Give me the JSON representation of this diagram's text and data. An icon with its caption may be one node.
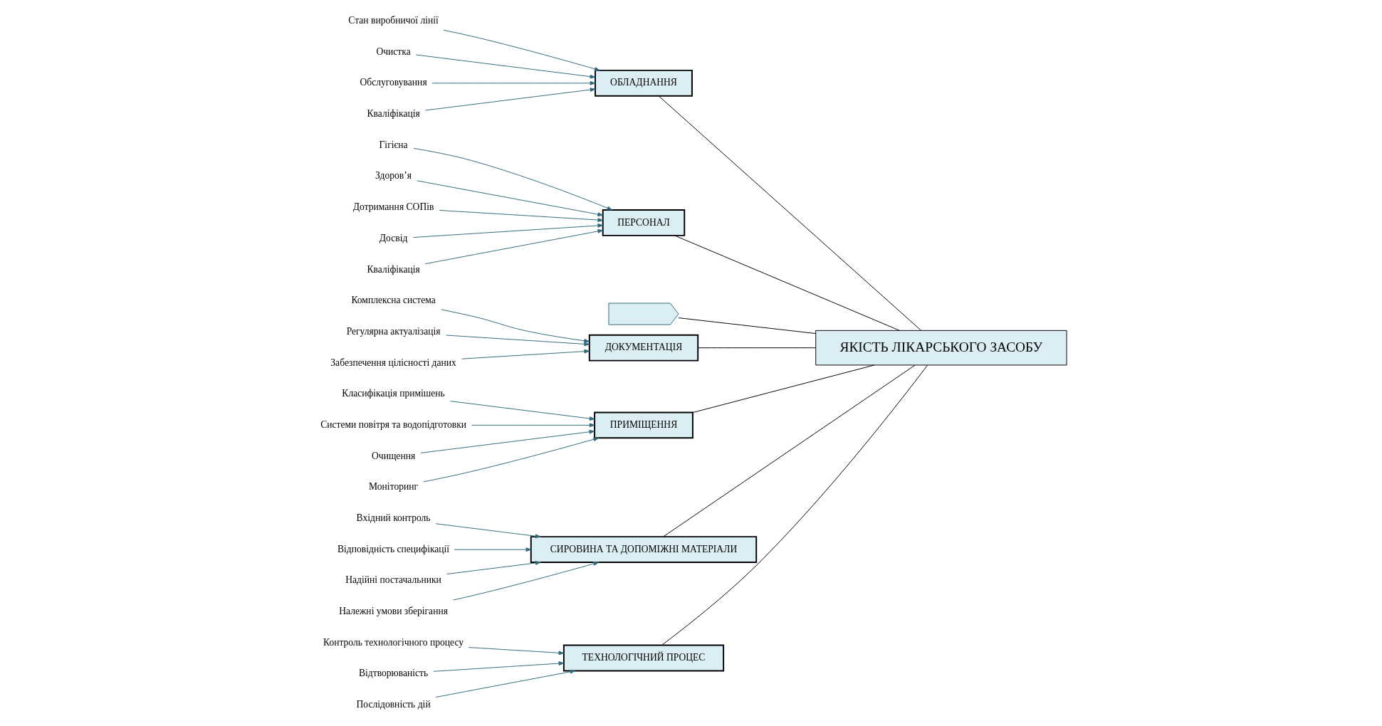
{
  "diagram": {
    "nodes": [
      {
        "text": [
          "ТЕХНОЛОГІЧНИЙ ПРОЦЕС"
        ]
      },
      {
        "text": [
          "Контроль технологічного процесу"
        ]
      },
      {
        "text": [
          "Відтворюваність"
        ]
      },
      {
        "text": [
          "Послідовність дій"
        ]
      },
      {
        "text": [
          "ОБЛАДНАННЯ"
        ]
      },
      {
        "text": [
          "Стан виробничої лінії"
        ]
      },
      {
        "text": [
          "Очистка"
        ]
      },
      {
        "text": [
          "Обслуговування"
        ]
      },
      {
        "text": [
          "Кваліфікація"
        ]
      },
      {
        "text": [
          "ПЕРСОНАЛ"
        ]
      },
      {
        "text": [
          "Гігієна"
        ]
      },
      {
        "text": [
          "Здоров’я"
        ]
      },
      {
        "text": [
          "Дотримання СОПів"
        ]
      },
      {
        "text": [
          "Досвід"
        ]
      },
      {
        "text": [
          "Кваліфікація"
        ]
      },
      {
        "text": [],
        "shape": "chevron"
      },
      {
        "text": [
          "ЯКІСТЬ ЛІКАРСЬКОГО ЗАСОБУ"
        ]
      },
      {
        "text": [
          "ДОКУМЕНТАЦІЯ"
        ]
      },
      {
        "text": [
          "Комплексна система"
        ]
      },
      {
        "text": [
          "Регулярна актуалізація"
        ]
      },
      {
        "text": [
          "Забезпечення цілісності даних"
        ]
      },
      {
        "text": [
          "ПРИМІЩЕННЯ"
        ]
      },
      {
        "text": [
          "Класифікація примішень"
        ]
      },
      {
        "text": [
          "Системи повітря та водопідготовки"
        ]
      },
      {
        "text": [
          "Очищення"
        ]
      },
      {
        "text": [
          "Моніторинг"
        ]
      },
      {
        "text": [
          "СИРОВИНА ТА ДОПОМІЖНІ МАТЕРІАЛИ"
        ]
      },
      {
        "text": [
          "Вхідний контроль"
        ]
      },
      {
        "text": [
          "Відповідність специфікації"
        ]
      },
      {
        "text": [
          "Надійні постачальники"
        ]
      },
      {
        "text": [
          "Належні умови зберігання"
        ]
      }
    ],
    "edges": [
      {
        "from": 1,
        "to": 0,
        "arrow": "to"
      },
      {
        "from": 2,
        "to": 0,
        "arrow": "to"
      },
      {
        "from": 3,
        "to": 0,
        "arrow": "to"
      },
      {
        "from": 5,
        "to": 4,
        "arrow": "to"
      },
      {
        "from": 6,
        "to": 4,
        "arrow": "to"
      },
      {
        "from": 7,
        "to": 4,
        "arrow": "to"
      },
      {
        "from": 8,
        "to": 4,
        "arrow": "to"
      },
      {
        "from": 10,
        "to": 9,
        "arrow": "to"
      },
      {
        "from": 11,
        "to": 9,
        "arrow": "to"
      },
      {
        "from": 12,
        "to": 9,
        "arrow": "to"
      },
      {
        "from": 13,
        "to": 9,
        "arrow": "to"
      },
      {
        "from": 14,
        "to": 9,
        "arrow": "to"
      },
      {
        "from": 18,
        "to": 17,
        "arrow": "to"
      },
      {
        "from": 19,
        "to": 17,
        "arrow": "to"
      },
      {
        "from": 20,
        "to": 17,
        "arrow": "to"
      },
      {
        "from": 22,
        "to": 21,
        "arrow": "to"
      },
      {
        "from": 23,
        "to": 21,
        "arrow": "to"
      },
      {
        "from": 24,
        "to": 21,
        "arrow": "to"
      },
      {
        "from": 25,
        "to": 21,
        "arrow": "to"
      },
      {
        "from": 27,
        "to": 26,
        "arrow": "to"
      },
      {
        "from": 28,
        "to": 26,
        "arrow": "to"
      },
      {
        "from": 29,
        "to": 26,
        "arrow": "to"
      },
      {
        "from": 30,
        "to": 26,
        "arrow": "to"
      },
      {
        "from": 0,
        "to": 16,
        "arrow": "none",
        "color": "#000000"
      },
      {
        "from": 4,
        "to": 16,
        "arrow": "none",
        "color": "#000000"
      },
      {
        "from": 9,
        "to": 16,
        "arrow": "none",
        "color": "#000000"
      },
      {
        "from": 15,
        "to": 16,
        "arrow": "none",
        "color": "#000000"
      },
      {
        "from": 17,
        "to": 16,
        "arrow": "none",
        "color": "#000000"
      },
      {
        "from": 21,
        "to": 16,
        "arrow": "none",
        "color": "#000000"
      },
      {
        "from": 26,
        "to": 16,
        "arrow": "none",
        "color": "#000000"
      }
    ]
  }
}
